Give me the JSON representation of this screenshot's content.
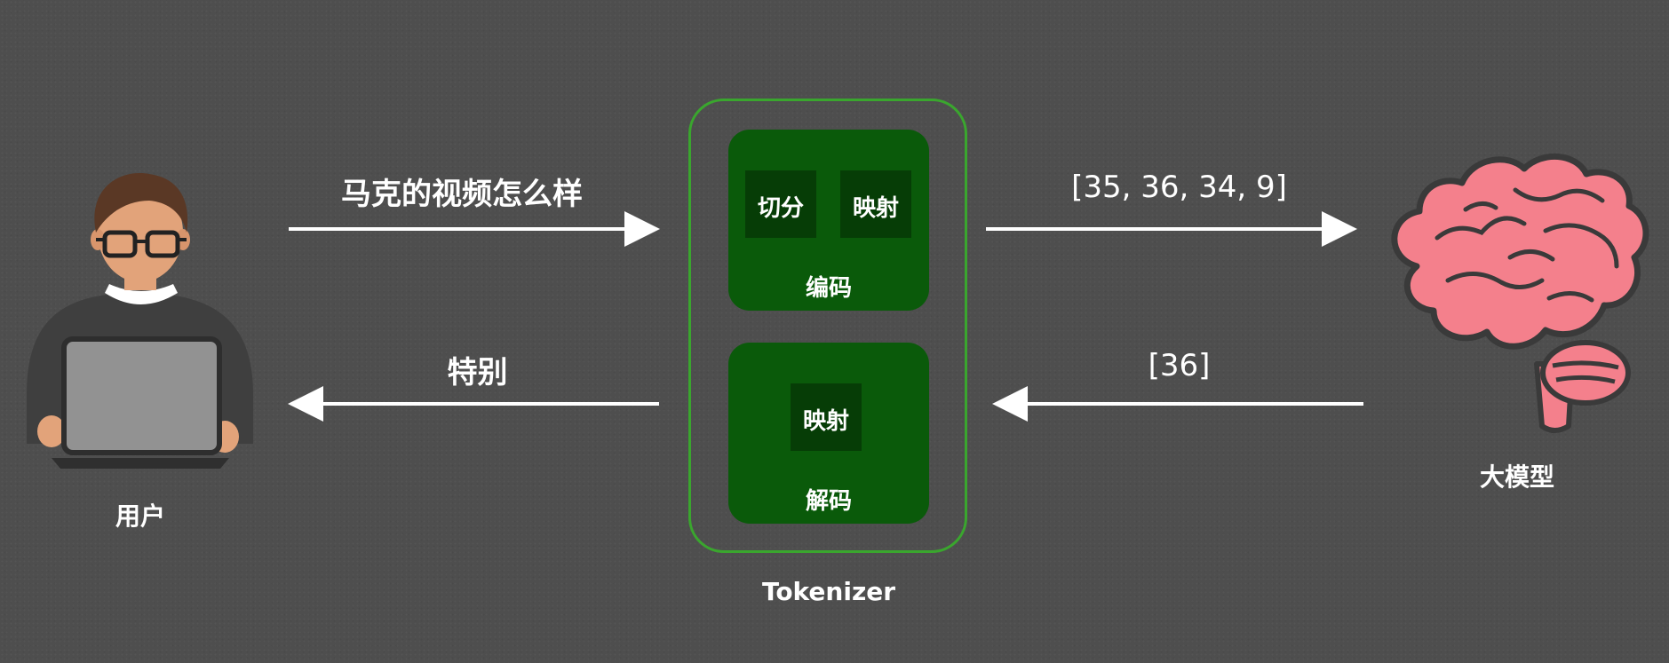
{
  "user": {
    "label": "用户"
  },
  "model": {
    "label": "大模型"
  },
  "tokenizer": {
    "label": "Tokenizer",
    "encode": {
      "title": "编码",
      "steps": [
        "切分",
        "映射"
      ]
    },
    "decode": {
      "title": "解码",
      "steps": [
        "映射"
      ]
    }
  },
  "flows": {
    "input_text": "马克的视频怎么样",
    "input_tokens": "[35, 36, 34, 9]",
    "output_tokens": "[36]",
    "output_text": "特别"
  },
  "colors": {
    "background": "#4e4e4e",
    "frame": "#3aa62e",
    "panel": "#0a5a0a",
    "sub_box": "#063d06",
    "arrow": "#ffffff",
    "brain": "#f4808c",
    "brain_outline": "#3a3a3a"
  },
  "icons": {
    "user": "person-with-laptop-icon",
    "model": "brain-icon"
  }
}
